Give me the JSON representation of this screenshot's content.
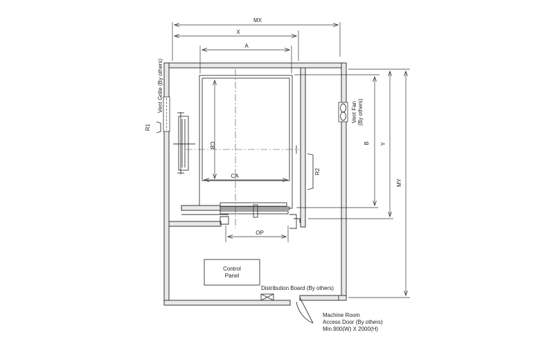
{
  "dimensions": {
    "mx": "MX",
    "x": "X",
    "a": "A",
    "ca": "CA",
    "cb": "CB",
    "op": "OP",
    "b": "B",
    "y": "Y",
    "my": "MY",
    "r1": "R1",
    "r2": "R2"
  },
  "labels": {
    "vent_grille": "Vent Grille (By others)",
    "vent_fan_line1": "Vent Fan",
    "vent_fan_line2": "(By others)",
    "control_panel_line1": "Control",
    "control_panel_line2": "Panel",
    "distribution_board": "Distribution Board (By others)",
    "machine_room_line1": "Machine Room",
    "machine_room_line2": "Access Door (By others)",
    "machine_room_line3": "Min.900(W) X 2000(H)"
  }
}
